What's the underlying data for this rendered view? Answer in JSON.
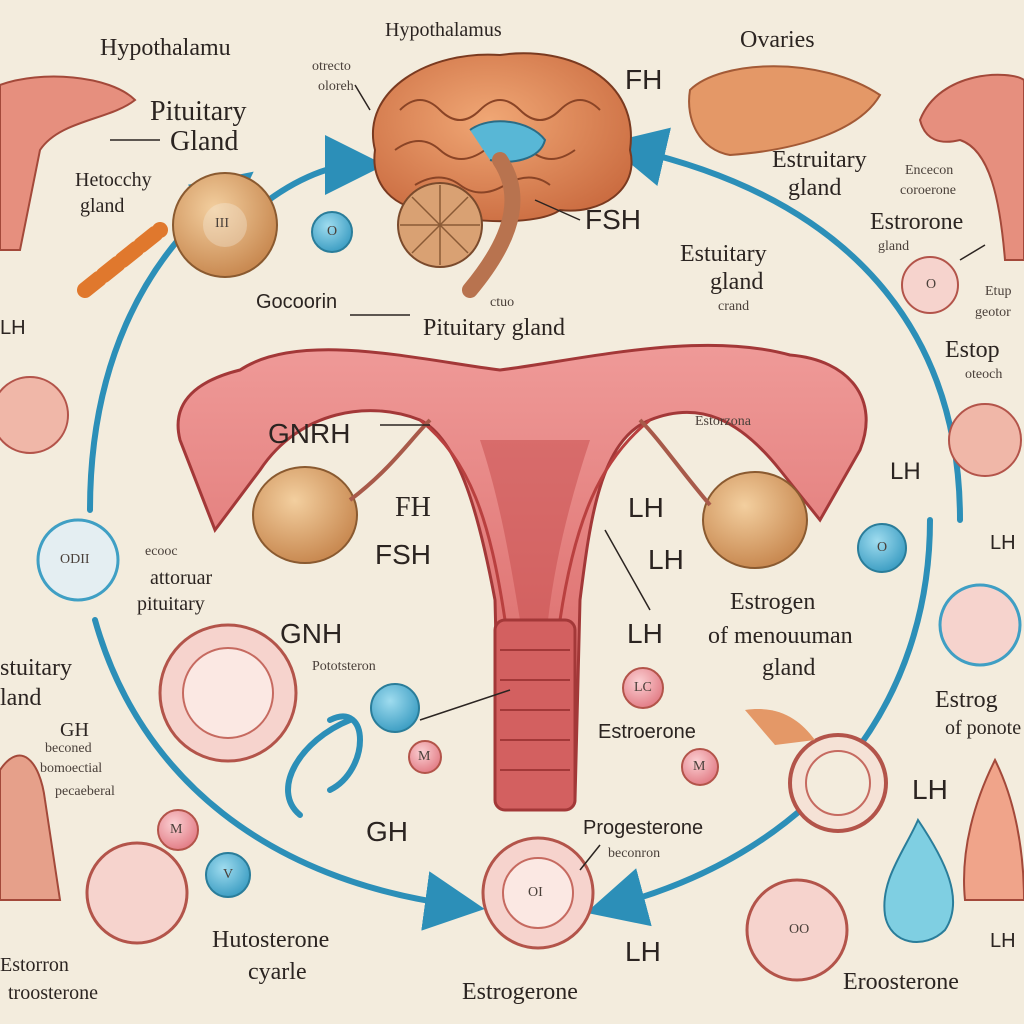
{
  "colors": {
    "background": "#f3ecdd",
    "arrow": "#2c8fb8",
    "uterus": "#e5797a",
    "uterus_dark": "#b9403f",
    "ovary": "#e2b07c",
    "brain": "#e38b5a",
    "marker_blue": "#6cc0dc",
    "marker_pink": "#f0a7ad"
  },
  "labels": {
    "hypothalamus_center": "Hypothalamus",
    "hypothalamus_left": "Hypothalamu",
    "ovaries": "Ovaries",
    "pituitary_gland_left_1": "Pituitary",
    "pituitary_gland_left_2": "Gland",
    "hetocrhy_gland_1": "Hetocchy",
    "hetocrhy_gland_2": "gland",
    "fh_top": "FH",
    "fsh_brain": "FSH",
    "estruitary_gland_right_1": "Estruitary",
    "estruitary_gland_right_2": "gland",
    "encecon_1": "Encecon",
    "encecon_2": "coroerone",
    "estrorone": "Estrorone",
    "estuitary_gland_mid_1": "Estuitary",
    "estuitary_gland_mid_2": "gland",
    "gocoorin": "Gocoorin",
    "pituitary_gland_center": "Pituitary gland",
    "gnrh": "GNRH",
    "fh_mid": "FH",
    "fsh_mid": "FSH",
    "estorzona": "Estorzona",
    "lh_center_1": "LH",
    "lh_center_2": "LH",
    "lh_center_3": "LH",
    "lh_right": "LH",
    "lh_right_edge": "LH",
    "estrogen_1": "Estrogen",
    "estrogen_2": "of menouuman",
    "estrogen_3": "gland",
    "estop_right": "Estop",
    "estrog_right_1": "Estrog",
    "estrog_right_2": "of ponote",
    "lh_lower_right": "LH",
    "lh_bottom_right": "LH",
    "lh_bottom_center": "LH",
    "eroosterone": "Eroosterone",
    "estroerone_center": "Estroerone",
    "progesterone": "Progesterone",
    "progesterone_sub": "beconron",
    "estrogerone_bottom": "Estrogerone",
    "gh": "GH",
    "gnh": "GNH",
    "pototsteron": "Pototsteron",
    "hutosterone_1": "Hutosterone",
    "hutosterone_2": "cyarle",
    "estorron": "Estorron",
    "troosterone": "troosterone",
    "pituitary_left_1": "attoruar",
    "pituitary_left_2": "pituitary",
    "pituitary_left_0": "ecooc",
    "lh_left_edge": "LH",
    "stuitary_left_1": "stuitary",
    "stuitary_left_2": "land",
    "gh_left": "GH",
    "gh_left_sub_1": "beconed",
    "gh_left_sub_2": "bomoectial",
    "gh_left_sub_3": "pecaeberal",
    "ctuo_tiny": "ctuo",
    "gland_tiny_1": "gland",
    "gland_tiny_2": "crand",
    "estopre_right_1": "Etup",
    "estopre_right_2": "geotor",
    "estop_sub": "oteoch",
    "brain_tiny_1": "otrecto",
    "brain_tiny_2": "oloreh"
  },
  "markers": {
    "m1": "III",
    "m2": "O",
    "m3": "O",
    "m4": "LC",
    "m5": "M",
    "m6": "M",
    "m7": "OI",
    "m8": "M",
    "m9": "V",
    "m10": "O",
    "m11": "ODII",
    "m12": "OO"
  }
}
